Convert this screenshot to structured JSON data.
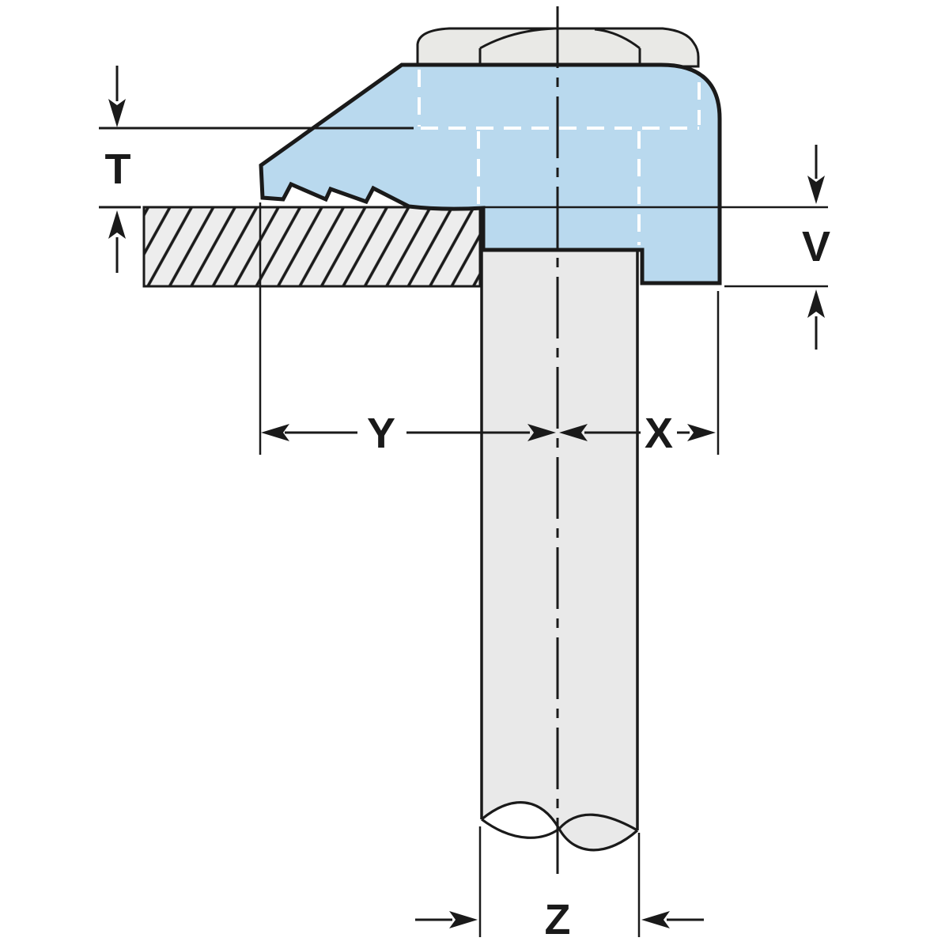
{
  "diagram": {
    "dimension_labels": {
      "t": "T",
      "v": "V",
      "y": "Y",
      "x": "X",
      "z": "Z"
    },
    "colors": {
      "background": "#ffffff",
      "outline": "#1a1a1a",
      "clamp_fill": "#b9d9ee",
      "plate_fill": "#ededed",
      "shaft_fill": "#e9e9e9",
      "nut_fill": "#e9e9e6",
      "hidden_edge": "#ffffff"
    }
  }
}
